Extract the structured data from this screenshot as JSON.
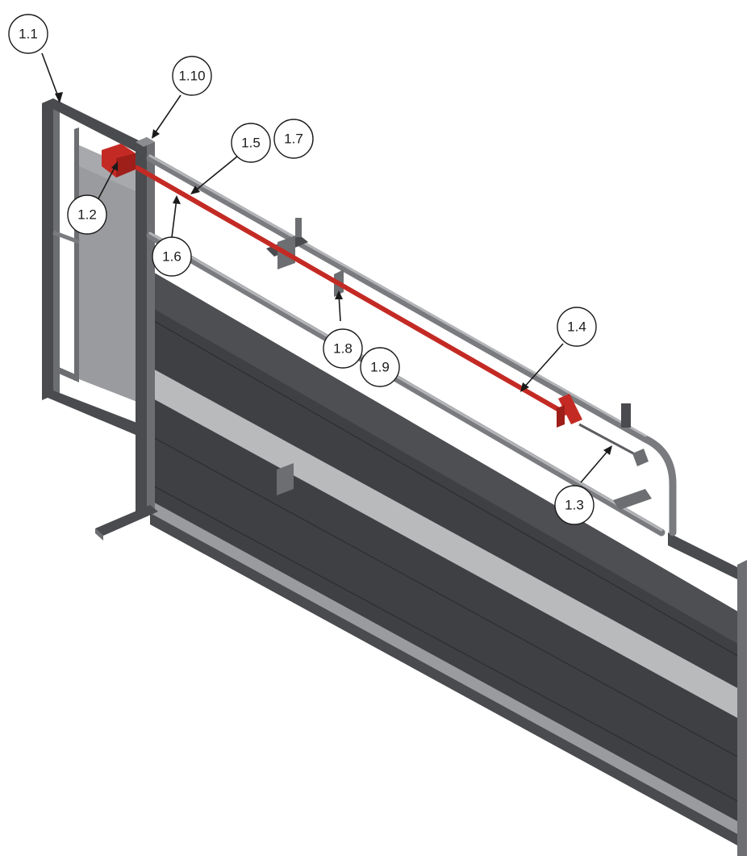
{
  "callouts": [
    {
      "id": "c-1-1",
      "label": "1.1"
    },
    {
      "id": "c-1-10",
      "label": "1.10"
    },
    {
      "id": "c-1-5",
      "label": "1.5"
    },
    {
      "id": "c-1-7",
      "label": "1.7"
    },
    {
      "id": "c-1-2",
      "label": "1.2"
    },
    {
      "id": "c-1-6",
      "label": "1.6"
    },
    {
      "id": "c-1-4",
      "label": "1.4"
    },
    {
      "id": "c-1-8",
      "label": "1.8"
    },
    {
      "id": "c-1-9",
      "label": "1.9"
    },
    {
      "id": "c-1-3",
      "label": "1.3"
    }
  ],
  "colors": {
    "frame": "#4a4b4e",
    "panel": "#3f4043",
    "accent_red": "#c42a24",
    "callout_stroke": "#1a1a1a"
  }
}
